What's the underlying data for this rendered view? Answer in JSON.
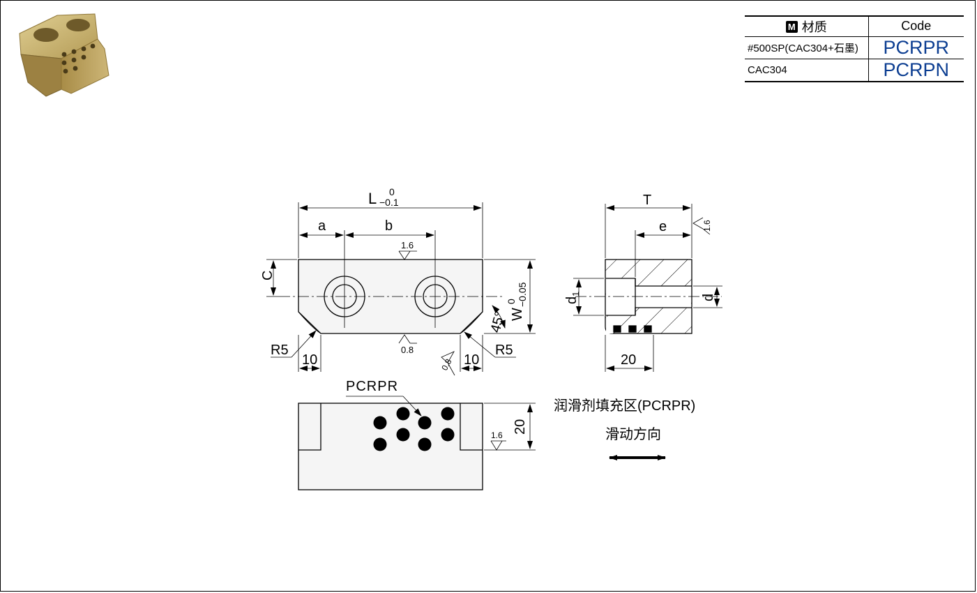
{
  "material_table": {
    "header": {
      "badge": "M",
      "material": "材质",
      "code": "Code"
    },
    "rows": [
      {
        "material": "#500SP(CAC304+石墨)",
        "code": "PCRPR"
      },
      {
        "material": "CAC304",
        "code": "PCRPN"
      }
    ]
  },
  "dimensions": {
    "L_label": "L",
    "L_tol_upper": "0",
    "L_tol_lower": "−0.1",
    "a": "a",
    "b": "b",
    "C": "C",
    "W_label": "W",
    "W_tol_upper": "0",
    "W_tol_lower": "−0.05",
    "angle": "45°",
    "R_left": "R5",
    "R_right": "R5",
    "ten_left": "10",
    "ten_right": "10",
    "rough_top": "1.6",
    "rough_bottom": "0.8",
    "rough_chamfer": "0.8",
    "T": "T",
    "e": "e",
    "d1": "d",
    "d1_sub": "1",
    "d": "d",
    "rough_side": "1.6",
    "twenty_side": "20",
    "bottom_label": "PCRPR",
    "twenty_bottom": "20",
    "rough_bottom_view": "1.6"
  },
  "legend": {
    "lubricant_zone": "润滑剂填充区(PCRPR)",
    "slide_direction": "滑动方向"
  },
  "colors": {
    "accent_blue": "#0b5fb0",
    "code_blue": "#0b3d91",
    "bronze": "#b59a57"
  }
}
